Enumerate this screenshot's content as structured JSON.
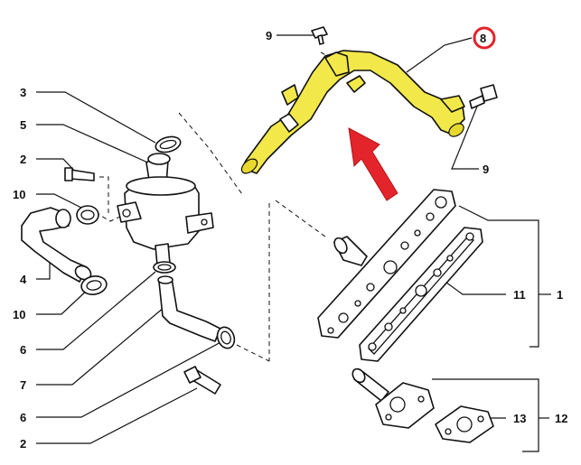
{
  "diagram": {
    "highlight_color": "#f2e84a",
    "arrow_color": "#e3242b",
    "callout_ring_color": "#e3242b",
    "highlighted_part": "8",
    "labels": {
      "l3": "3",
      "l5": "5",
      "l2a": "2",
      "l10a": "10",
      "l4": "4",
      "l10b": "10",
      "l6a": "6",
      "l7": "7",
      "l6b": "6",
      "l2b": "2",
      "l9a": "9",
      "l8": "8",
      "l9b": "9",
      "l11": "11",
      "l1": "1",
      "l13": "13",
      "l12": "12"
    }
  }
}
